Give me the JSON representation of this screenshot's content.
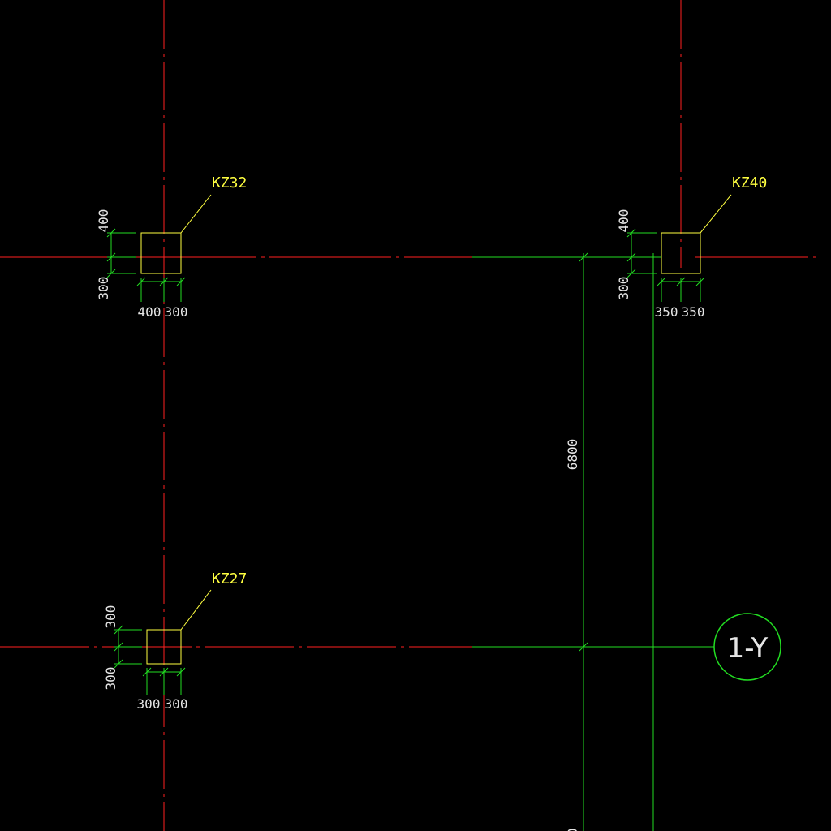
{
  "colors": {
    "background": "#000000",
    "axis_line": "#ff2020",
    "dimension": "#22dd22",
    "column": "#ffff40",
    "text_dim": "#e6e6e6",
    "text_tag": "#ffff40",
    "grid_bubble": "#22dd22"
  },
  "columns": [
    {
      "id": "KZ32",
      "label": "KZ32",
      "dim_top": "400",
      "dim_bottom": "300",
      "dim_left": "400",
      "dim_right": "300"
    },
    {
      "id": "KZ40",
      "label": "KZ40",
      "dim_top": "400",
      "dim_bottom": "300",
      "dim_left": "350",
      "dim_right": "350"
    },
    {
      "id": "KZ27",
      "label": "KZ27",
      "dim_top": "300",
      "dim_bottom": "300",
      "dim_left": "300",
      "dim_right": "300"
    }
  ],
  "span_dimension": "6800",
  "grid_axis": {
    "label": "1-Y"
  }
}
